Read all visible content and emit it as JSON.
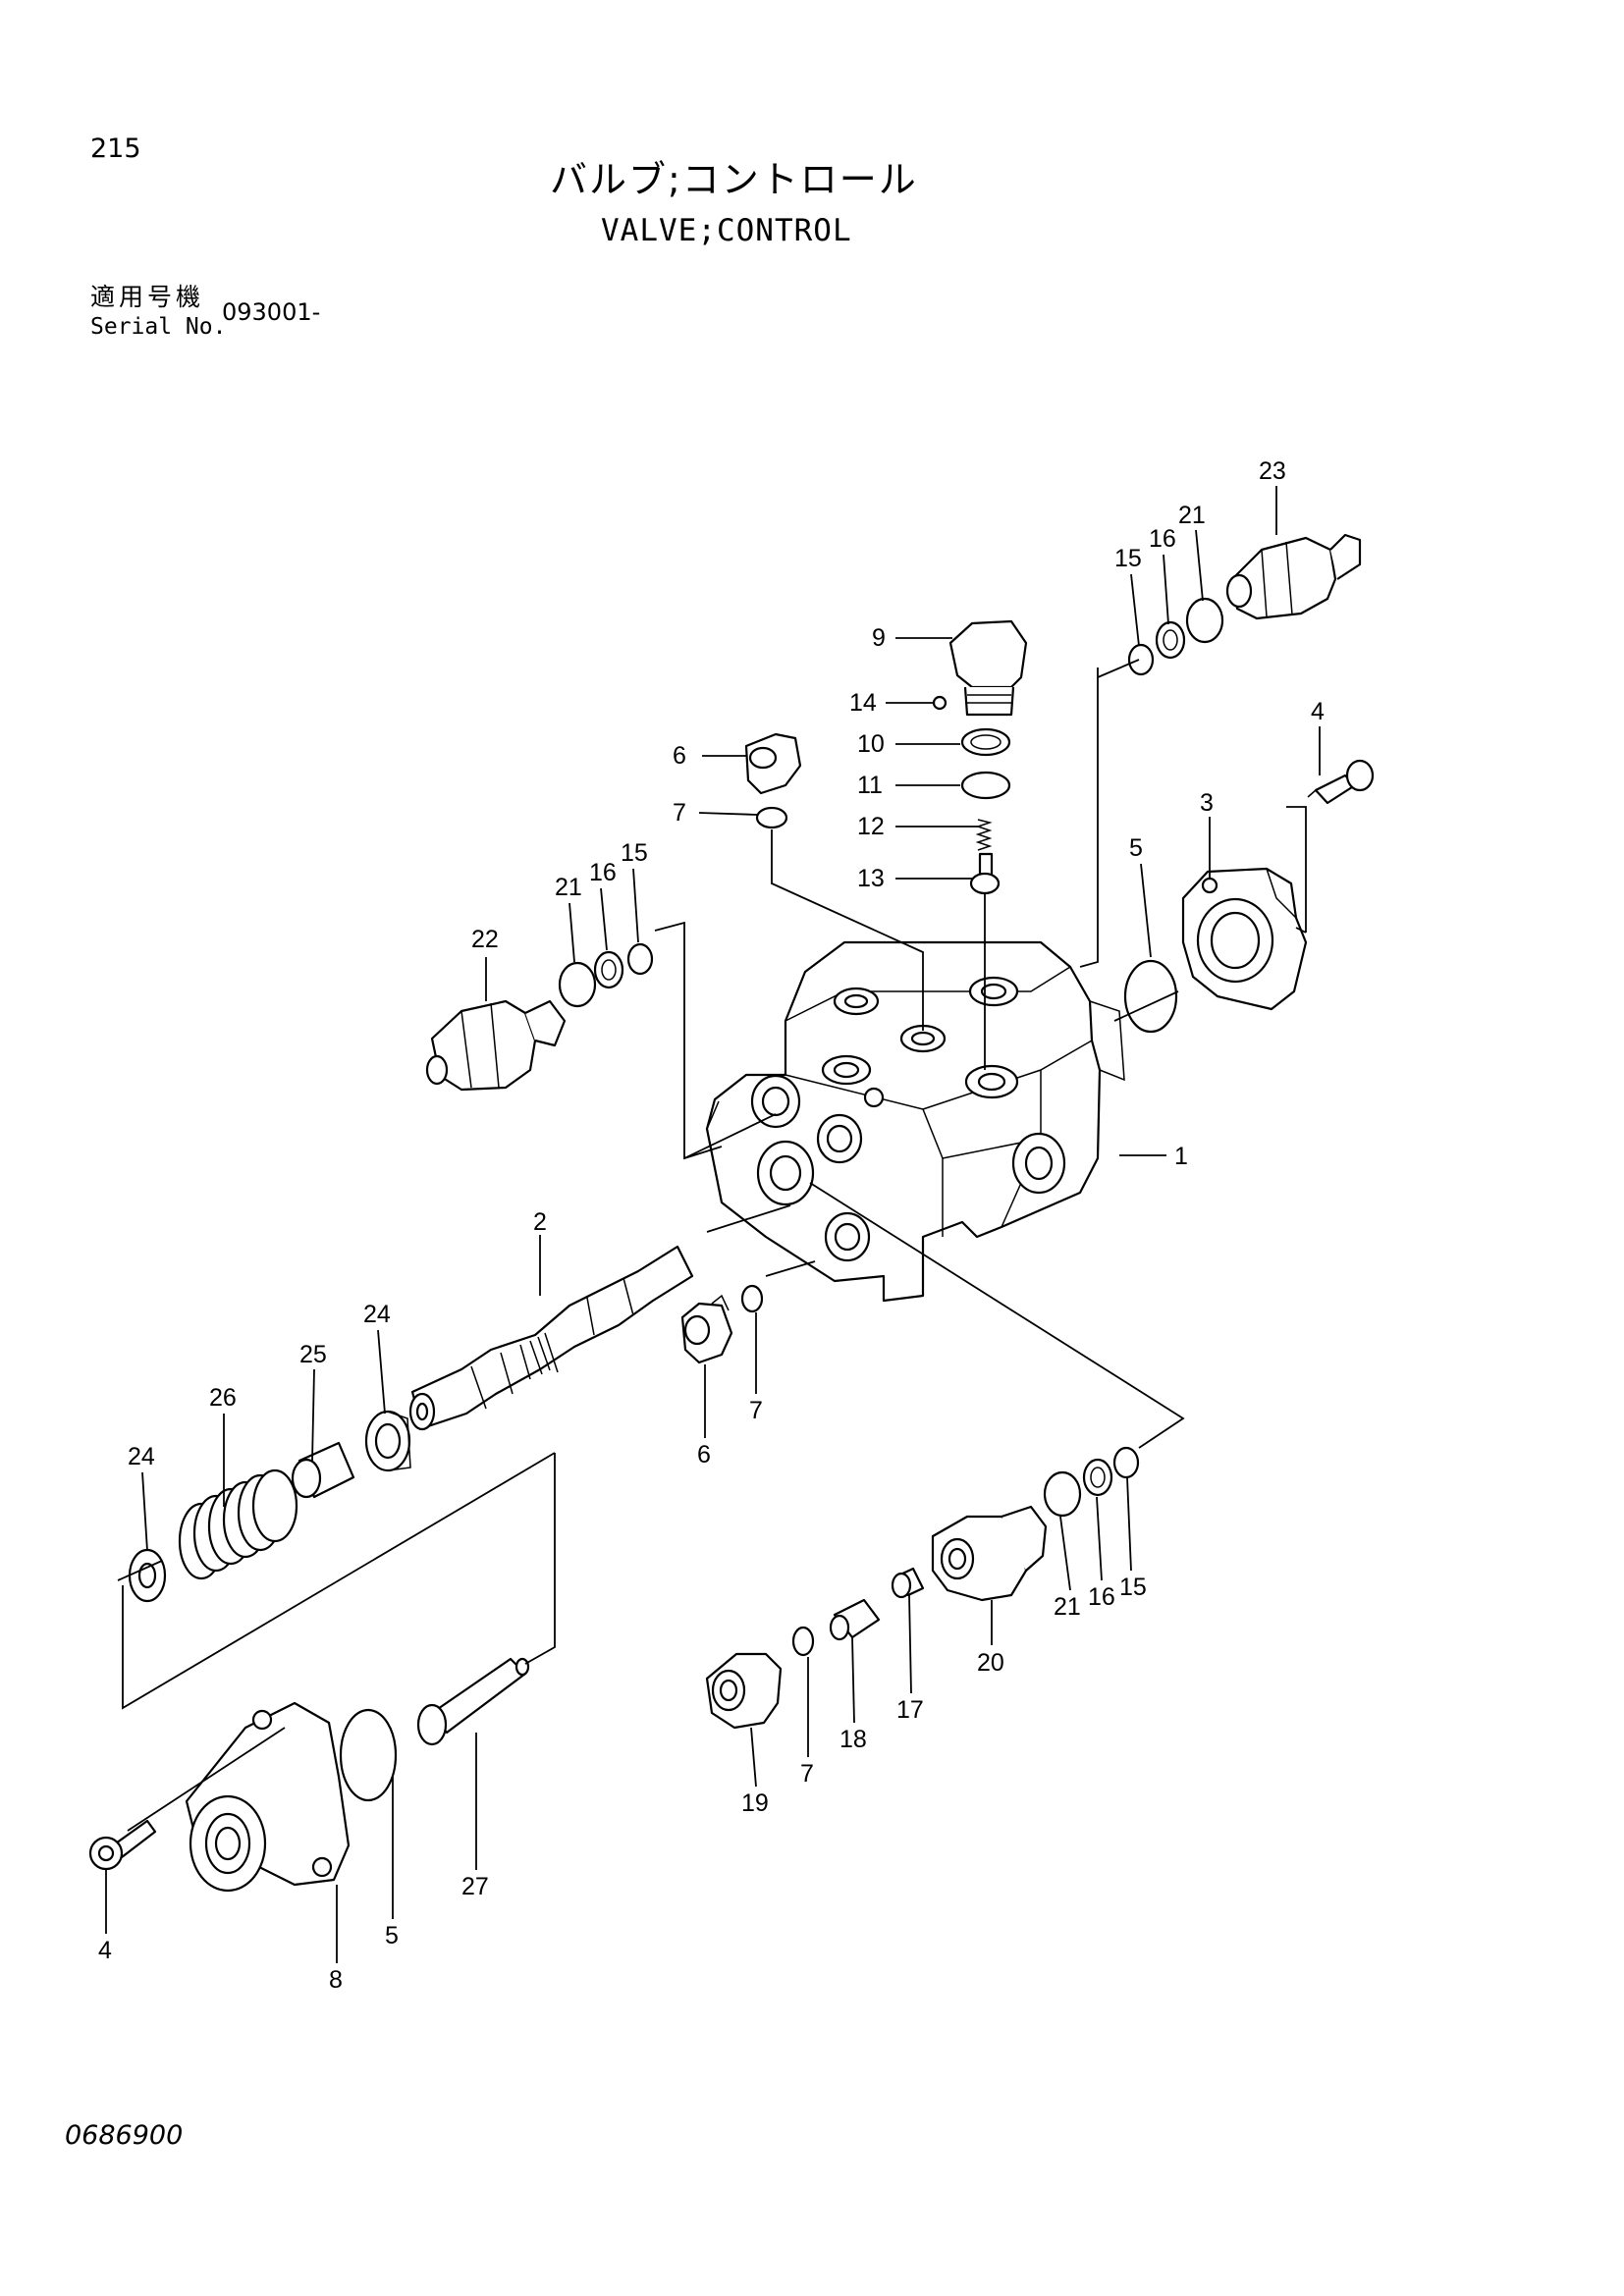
{
  "page_number": "215",
  "title_jp": "バルブ;コントロール",
  "title_en": "VALVE;CONTROL",
  "serial": {
    "label_jp": "適用号機",
    "label_en": "Serial No.",
    "value": "093001-"
  },
  "drawing_code": "0686900",
  "callouts": [
    "1",
    "2",
    "3",
    "4",
    "5",
    "6",
    "7",
    "8",
    "9",
    "10",
    "11",
    "12",
    "13",
    "14",
    "15",
    "16",
    "17",
    "18",
    "19",
    "20",
    "21",
    "22",
    "23",
    "24",
    "25",
    "26",
    "27"
  ]
}
